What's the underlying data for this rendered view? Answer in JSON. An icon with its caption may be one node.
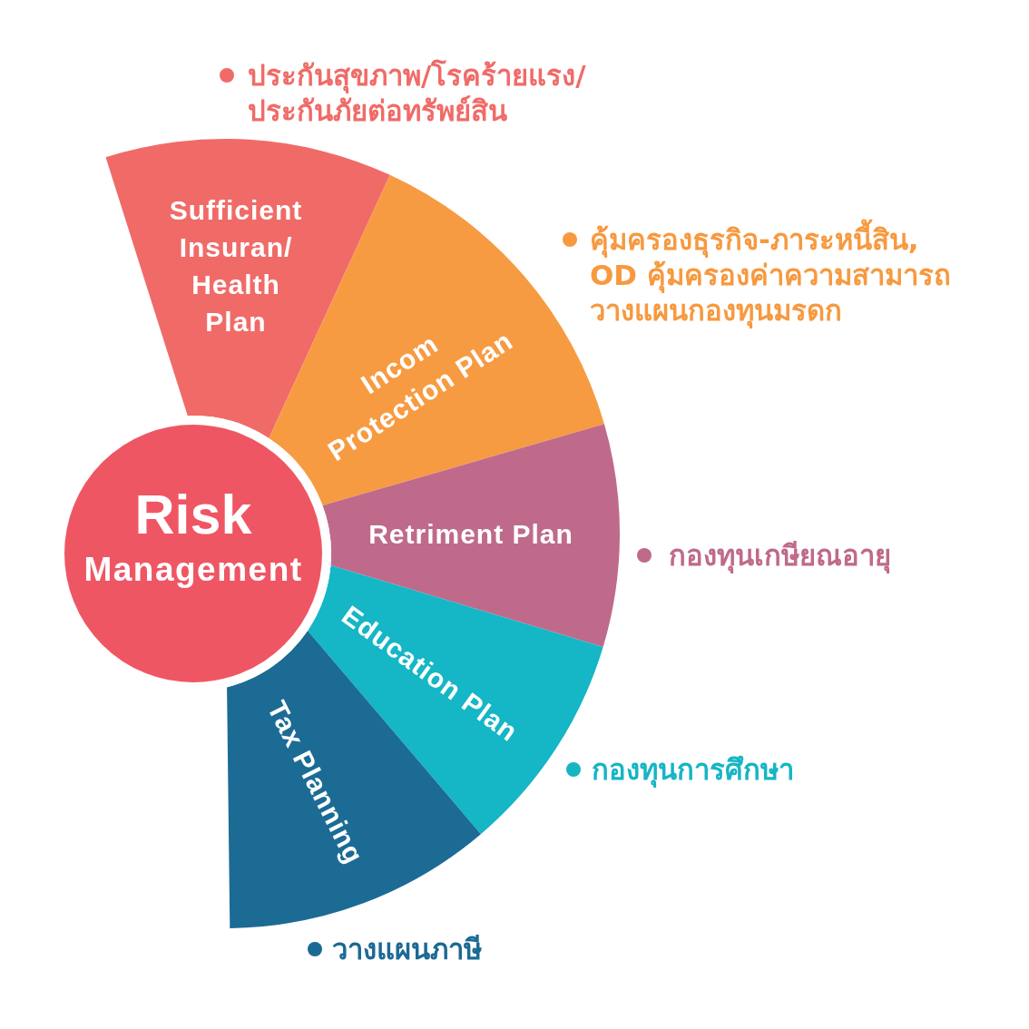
{
  "diagram": {
    "nodes": [
      {
        "text": [
          "Risk",
          "Management"
        ]
      },
      {
        "text": [
          "Sufficient Insuran/ Health Plan"
        ],
        "beside": [
          "ประกันสุขภาพ/โรคร้ายแรง/ประกันภัยต่อทรัพย์สิน"
        ]
      },
      {
        "text": [
          "Incom Protection Plan"
        ],
        "beside": [
          "คุ้มครองธุรกิจ-ภาระหนี้สิน, OD คุ้มครองค่าความสามารถ วางแผนกองทุนมรดก"
        ]
      },
      {
        "text": [
          "Retriment Plan"
        ],
        "beside": [
          "กองทุนเกษียณอายุ"
        ]
      },
      {
        "text": [
          "Education Plan"
        ],
        "beside": [
          "กองทุนการศึกษา"
        ]
      },
      {
        "text": [
          "Tax Planning"
        ],
        "beside": [
          "วางแผนภาษี"
        ]
      }
    ]
  }
}
